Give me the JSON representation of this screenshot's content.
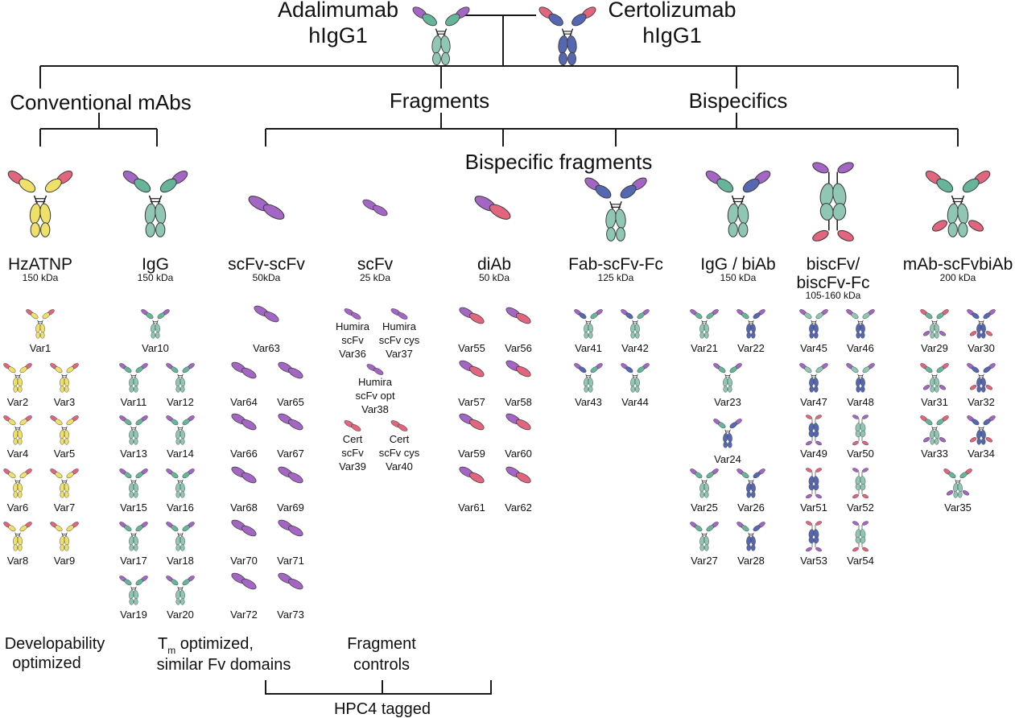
{
  "colors": {
    "teal": "#8fc7b4",
    "purple": "#a466c4",
    "red": "#e2657e",
    "yellow": "#efe06a",
    "blue": "#5667b1",
    "green": "#66b59a",
    "salmon": "#f07f86",
    "outline": "#3a3a3a"
  },
  "parents": [
    {
      "name": "Adalimumab",
      "sub": "hIgG1"
    },
    {
      "name": "Certolizumab",
      "sub": "hIgG1"
    }
  ],
  "categories": {
    "conventional": "Conventional mAbs",
    "fragments": "Fragments",
    "bispecifics": "Bispecifics",
    "bispecific_fragments": "Bispecific fragments"
  },
  "formats": [
    {
      "name": "HzATNP",
      "size": "150 kDa"
    },
    {
      "name": "IgG",
      "size": "150 kDa"
    },
    {
      "name": "scFv-scFv",
      "size": "50kDa"
    },
    {
      "name": "scFv",
      "size": "25 kDa"
    },
    {
      "name": "diAb",
      "size": "50 kDa"
    },
    {
      "name": "Fab-scFv-Fc",
      "size": "125 kDa"
    },
    {
      "name": "IgG / biAb",
      "size": "150 kDa"
    },
    {
      "name": "biscFv/",
      "name2": "biscFv-Fc",
      "size": "105-160 kDa"
    },
    {
      "name": "mAb-scFvbiAb",
      "size": "200 kDa"
    }
  ],
  "variants": {
    "hzatnp": [
      "Var1",
      "Var2",
      "Var3",
      "Var4",
      "Var5",
      "Var6",
      "Var7",
      "Var8",
      "Var9"
    ],
    "igg": [
      "Var10",
      "Var11",
      "Var12",
      "Var13",
      "Var14",
      "Var15",
      "Var16",
      "Var17",
      "Var18",
      "Var19",
      "Var20"
    ],
    "scfvscfv": [
      "Var63",
      "Var64",
      "Var65",
      "Var66",
      "Var67",
      "Var68",
      "Var69",
      "Var70",
      "Var71",
      "Var72",
      "Var73"
    ],
    "scfv": [
      {
        "lines": [
          "Humira",
          "scFv",
          "Var36"
        ]
      },
      {
        "lines": [
          "Humira",
          "scFv cys",
          "Var37"
        ]
      },
      {
        "lines": [
          "Humira",
          "scFv opt",
          "Var38"
        ]
      },
      {
        "lines": [
          "Cert",
          "scFv",
          "Var39"
        ]
      },
      {
        "lines": [
          "Cert",
          "scFv cys",
          "Var40"
        ]
      }
    ],
    "diab": [
      "Var55",
      "Var56",
      "Var57",
      "Var58",
      "Var59",
      "Var60",
      "Var61",
      "Var62"
    ],
    "fabscfvfc": [
      "Var41",
      "Var42",
      "Var43",
      "Var44"
    ],
    "biab": [
      "Var21",
      "Var22",
      "Var23",
      "Var24",
      "Var25",
      "Var26",
      "Var27",
      "Var28"
    ],
    "biscfv": [
      "Var45",
      "Var46",
      "Var47",
      "Var48",
      "Var49",
      "Var50",
      "Var51",
      "Var52",
      "Var53",
      "Var54"
    ],
    "mabscfv": [
      "Var29",
      "Var30",
      "Var31",
      "Var32",
      "Var33",
      "Var34",
      "Var35"
    ]
  },
  "notes": {
    "developability_1": "Developability",
    "developability_2": "optimized",
    "tm_prefix": "T",
    "tm_sub": "m",
    "tm_rest": " optimized,",
    "tm_line2": "similar Fv domains",
    "fragment_1": "Fragment",
    "fragment_2": "controls",
    "hpc4": "HPC4 tagged"
  }
}
